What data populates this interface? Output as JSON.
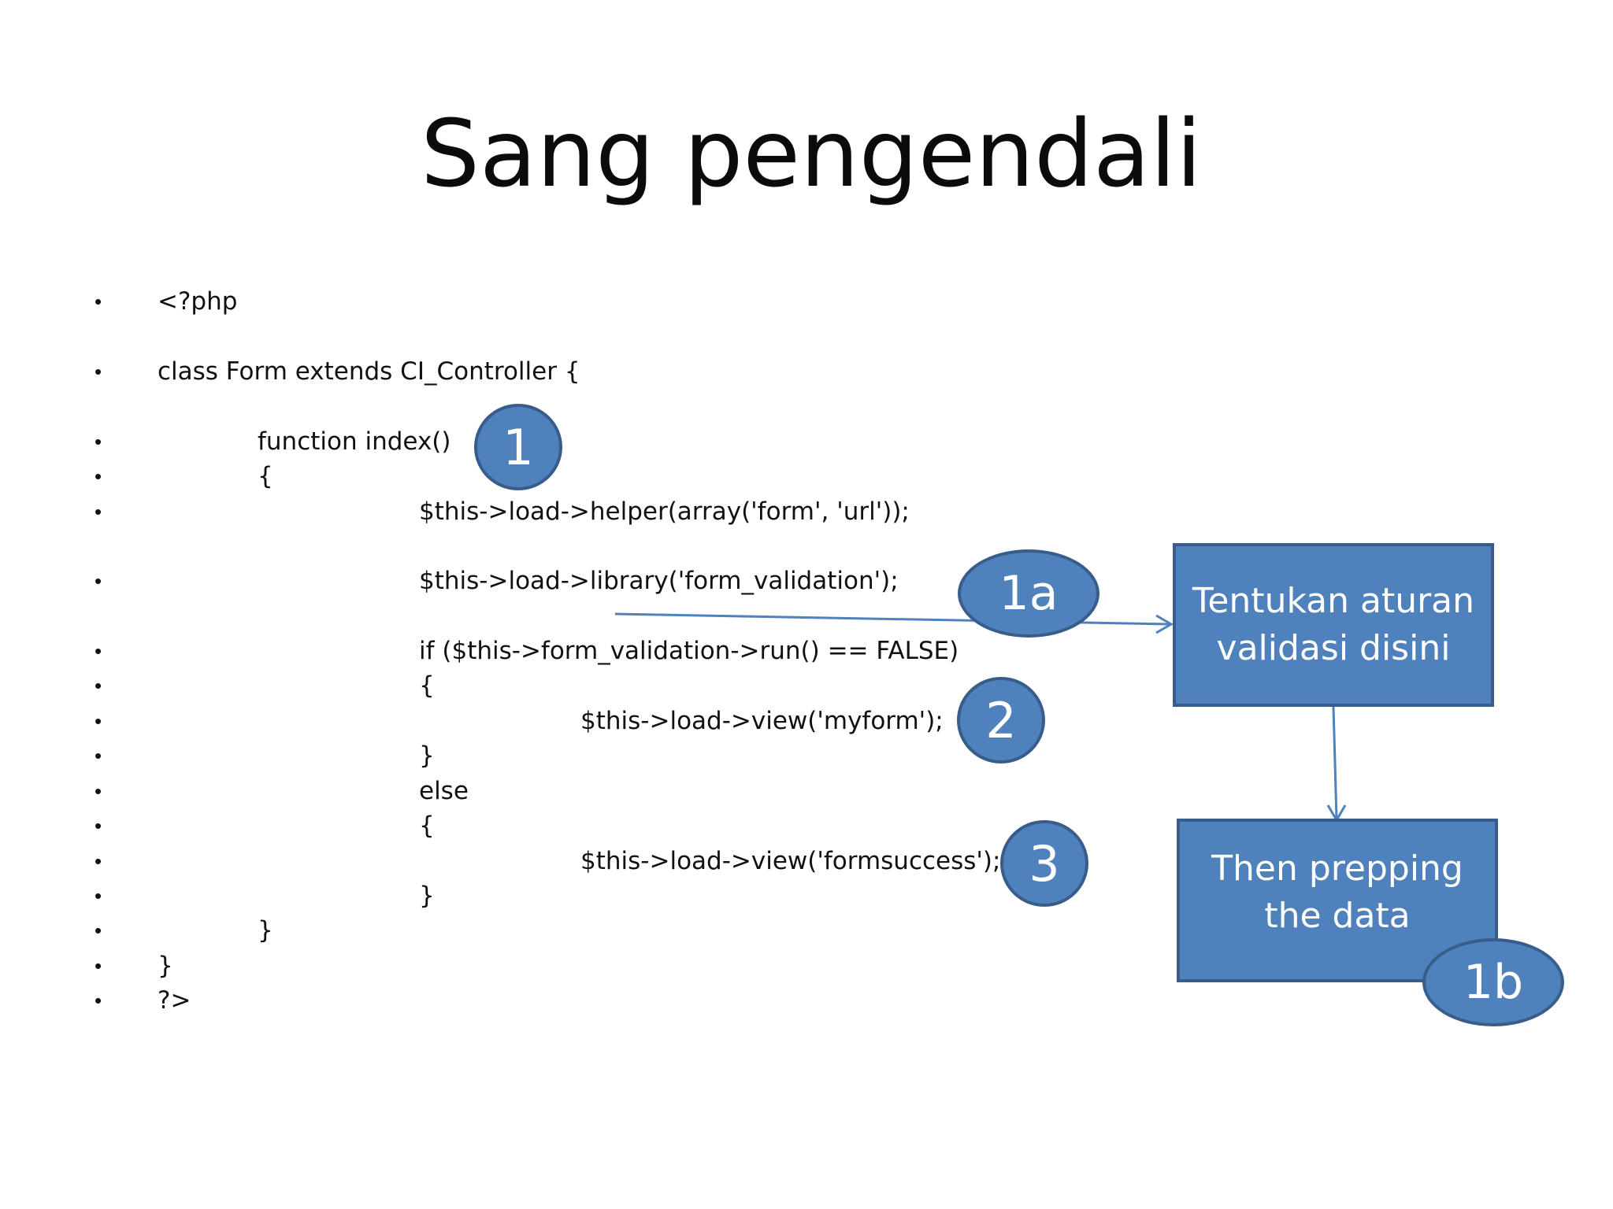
{
  "slide": {
    "title": "Sang pengendali",
    "bullet_char": "•",
    "code_lines": [
      "<?php",
      "class Form extends CI_Controller {",
      "function index()",
      "{",
      "$this->load->helper(array('form', 'url'));",
      "$this->load->library('form_validation');",
      "if ($this->form_validation->run() == FALSE)",
      "{",
      "$this->load->view('myform');",
      "}",
      "else",
      "{",
      "$this->load->view('formsuccess');",
      "}",
      "}",
      "}",
      "?>"
    ]
  },
  "callouts": {
    "step_1": "1",
    "step_1a": "1a",
    "step_1b": "1b",
    "step_2": "2",
    "step_3": "3"
  },
  "boxes": {
    "rules_line1": "Tentukan aturan",
    "rules_line2": "validasi disini",
    "prep_line1": "Then prepping",
    "prep_line2": "the data"
  },
  "colors": {
    "shape_fill": "#4f81bd",
    "shape_border": "#385d8a",
    "shape_text": "#ffffff",
    "text": "#111111"
  }
}
